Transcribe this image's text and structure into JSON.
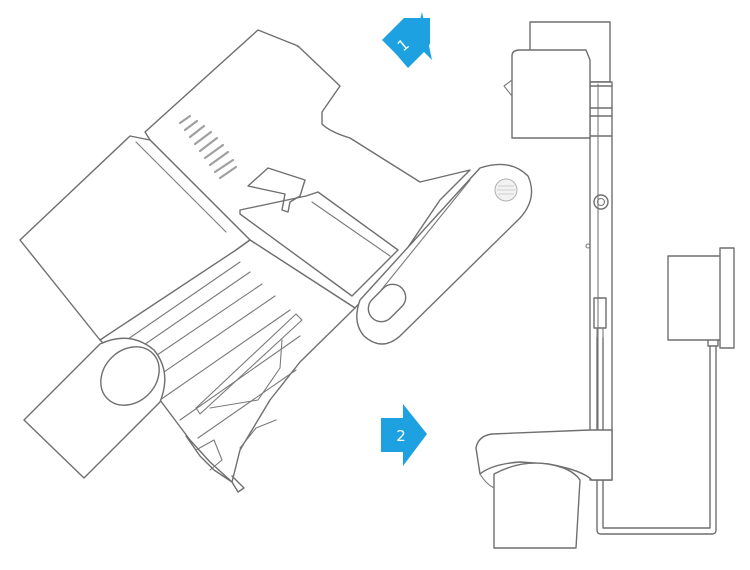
{
  "steps": [
    {
      "label": "1",
      "direction": "up-right"
    },
    {
      "label": "2",
      "direction": "right"
    }
  ],
  "colors": {
    "arrow": "#1da1e0",
    "line": "#6f6f6f"
  }
}
